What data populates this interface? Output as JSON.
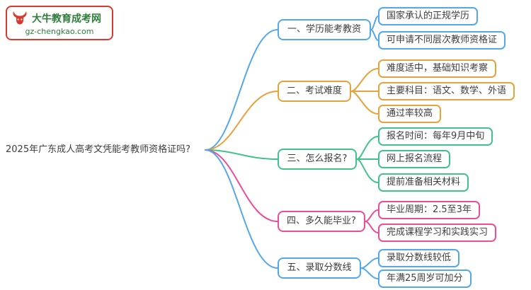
{
  "logo": {
    "site_name": "大牛教育成考网",
    "site_url": "gz-chengkao.com",
    "brand_color": "#d93a30",
    "text_color": "#2f7d3a"
  },
  "central_topic": "2025年广东成人高考文凭能考教师资格证吗?",
  "branches": [
    {
      "label": "一、学历能考教资",
      "color": "#55a8e8",
      "children": [
        "国家承认的正规学历",
        "可申请不同层次教师资格证"
      ]
    },
    {
      "label": "二、考试难度",
      "color": "#e6a23c",
      "children": [
        "难度适中，基础知识考察",
        "主要科目：语文、数学、外语",
        "通过率较高"
      ]
    },
    {
      "label": "三、怎么报名?",
      "color": "#42c28a",
      "children": [
        "报名时间：每年9月中旬",
        "网上报名流程",
        "提前准备相关材料"
      ]
    },
    {
      "label": "四、多久能毕业?",
      "color": "#eb4d97",
      "children": [
        "毕业周期：2.5至3年",
        "完成课程学习和实践实习"
      ]
    },
    {
      "label": "五、录取分数线",
      "color": "#55a8e8",
      "children": [
        "录取分数线较低",
        "年满25周岁可加分"
      ]
    }
  ]
}
